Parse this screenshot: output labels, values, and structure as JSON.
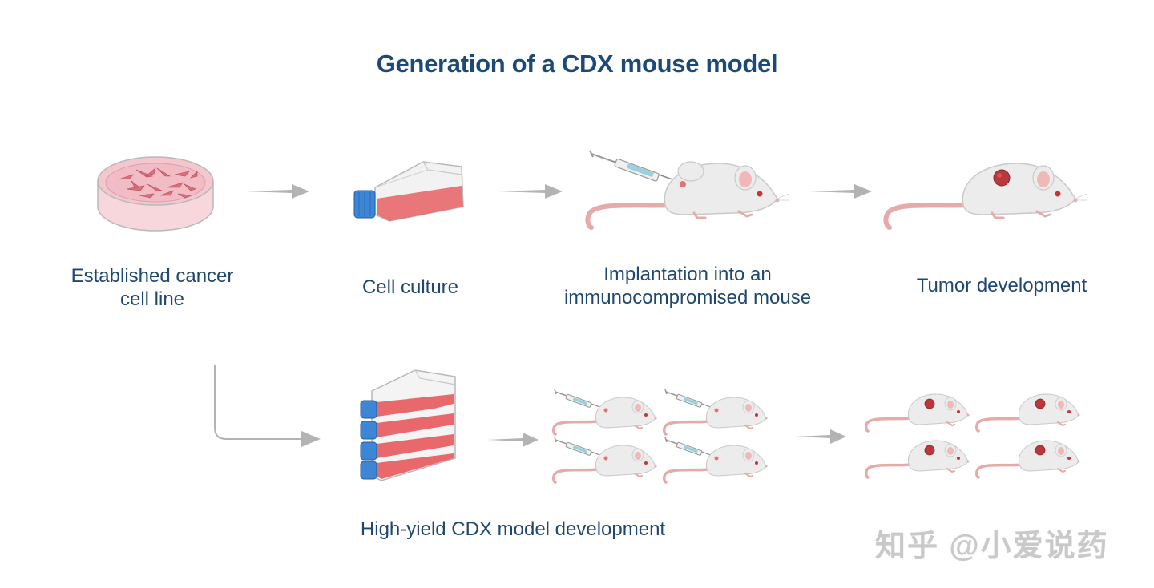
{
  "title": "Generation of a CDX mouse model",
  "steps": [
    {
      "label_lines": [
        "Established cancer",
        "cell line"
      ]
    },
    {
      "label_lines": [
        "Cell culture"
      ]
    },
    {
      "label_lines": [
        "Implantation into an",
        "immunocompromised mouse"
      ]
    },
    {
      "label_lines": [
        "Tumor development"
      ]
    }
  ],
  "high_yield_label": "High-yield CDX model development",
  "watermark": "知乎 @小爱说药",
  "colors": {
    "title": "#1c4a78",
    "label": "#1f4770",
    "arrow": "#b3b3b3",
    "medium": "#e8686c",
    "cap": "#3d86d6",
    "mouse_body": "#ececec",
    "tail": "#e8aaa8",
    "tumor": "#b8383c"
  }
}
